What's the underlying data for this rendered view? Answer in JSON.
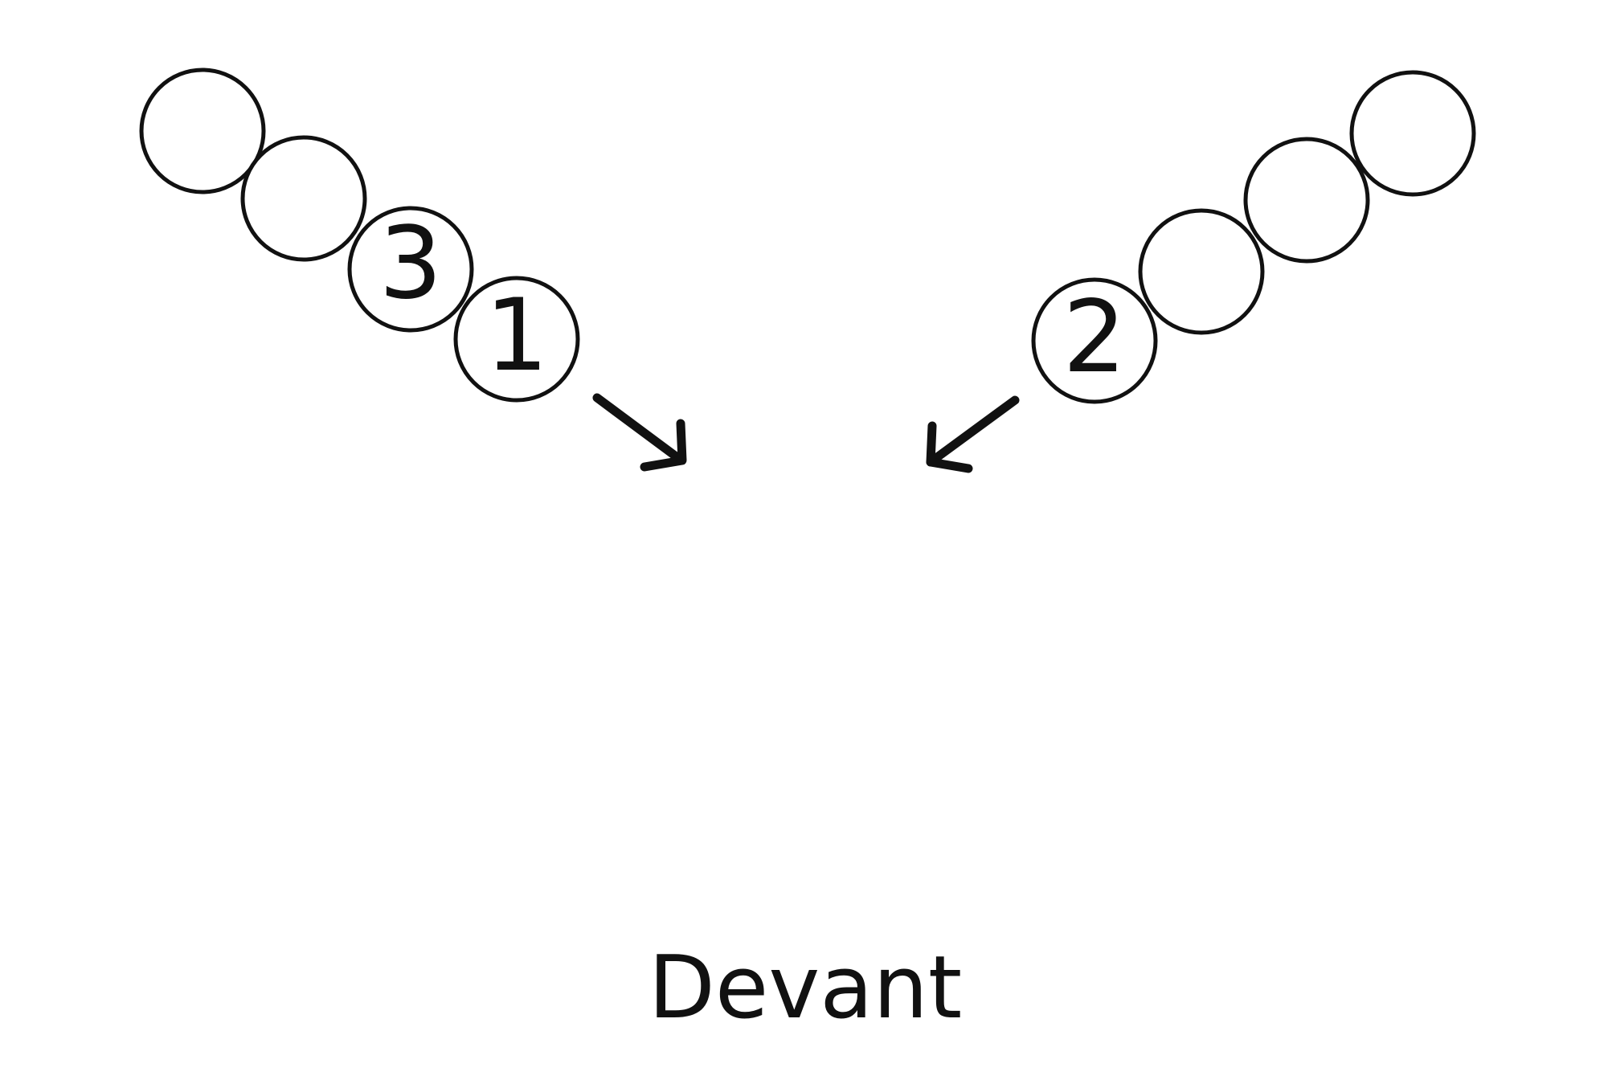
{
  "diagram": {
    "front_label": "Devant",
    "queues": {
      "left": {
        "people": [
          {
            "label": ""
          },
          {
            "label": ""
          },
          {
            "label": "3"
          },
          {
            "label": "1"
          }
        ]
      },
      "right": {
        "people": [
          {
            "label": "2"
          },
          {
            "label": ""
          },
          {
            "label": ""
          },
          {
            "label": ""
          }
        ]
      }
    },
    "arrows": [
      {
        "direction": "down-right"
      },
      {
        "direction": "down-left"
      }
    ]
  }
}
